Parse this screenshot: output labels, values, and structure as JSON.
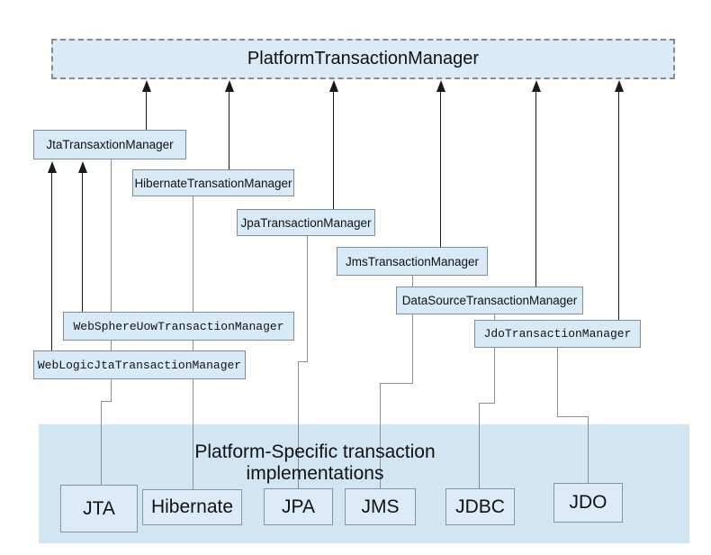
{
  "diagram": {
    "title": "PlatformTransactionManager",
    "managers": {
      "jta": {
        "label": "JtaTransaxtionManager"
      },
      "hibernate": {
        "label": "HibernateTransationManager"
      },
      "jpa": {
        "label": "JpaTransactionManager"
      },
      "jms": {
        "label": "JmsTransactionManager"
      },
      "datasource": {
        "label": "DataSourceTransactionManager"
      },
      "jdo": {
        "label": "JdoTransactionManager"
      },
      "websphere": {
        "label": "WebSphereUowTransactionManager"
      },
      "weblogic": {
        "label": "WebLogicJtaTransactionManager"
      }
    },
    "platform_section": {
      "title": "Platform-Specific transaction implementations",
      "items": {
        "jta": {
          "label": "JTA"
        },
        "hibernate": {
          "label": "Hibernate"
        },
        "jpa": {
          "label": "JPA"
        },
        "jms": {
          "label": "JMS"
        },
        "jdbc": {
          "label": "JDBC"
        },
        "jdo": {
          "label": "JDO"
        }
      }
    },
    "edges": {
      "arrows_to_platform_transaction_manager": [
        "JtaTransaxtionManager",
        "HibernateTransationManager",
        "JpaTransactionManager",
        "JmsTransactionManager",
        "DataSourceTransactionManager",
        "JdoTransactionManager"
      ],
      "arrows_to_jta_transaxtion_manager": [
        "WebLogicJtaTransactionManager",
        "WebSphereUowTransactionManager"
      ],
      "lines_to_platform_implementations": [
        {
          "from": "JtaTransaxtionManager",
          "to": "JTA"
        },
        {
          "from": "HibernateTransationManager",
          "to": "Hibernate"
        },
        {
          "from": "JpaTransactionManager",
          "to": "JPA"
        },
        {
          "from": "JmsTransactionManager",
          "to": "JMS"
        },
        {
          "from": "DataSourceTransactionManager",
          "to": "JDBC"
        },
        {
          "from": "JdoTransactionManager",
          "to": "JDO"
        }
      ]
    },
    "colors": {
      "node_fill": "#d9eaf7",
      "container_fill": "#d2e5f2",
      "node_border": "#7d8e9c",
      "dashed_border": "#8a8a8a",
      "connector_line": "#8f8f8f",
      "arrow": "#1a1a1a",
      "background": "#ffffff"
    }
  }
}
